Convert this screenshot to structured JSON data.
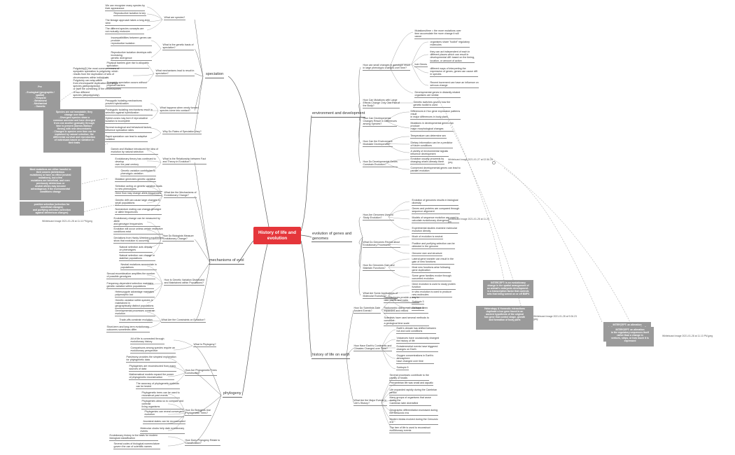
{
  "central": "History of life and\nevolution",
  "main": {
    "speciation": "speciation",
    "mech": "mechanisms of evol",
    "phylogeny": "phylogeny",
    "envdev": "environment and development",
    "genes": "evolution of genes and\ngenomes",
    "earth": "history of life on earth"
  },
  "sub": {
    "what_species": "What are species?",
    "genetic_basis": "What is the genetic basis of\nspeciation?",
    "mechanisms_result": "What mechanisms lead to result in\nspeciation?",
    "hybrid_zones": "What happens when newly formed\nspecies come into contact?",
    "rates": "Why Do Rates of Speciation Vary?",
    "relationship": "What Is the Relationship between Fact\nand Theory in Evolution?",
    "mechanisms_change": "What Are the Mechanisms of\nEvolutionary Change?",
    "measure_change": "How Do Biologists Measure\nEvolutionary Change?",
    "variation_maintained": "How Is Genetic Variation Distributed\nand Maintained within Populations?",
    "constraints": "What Are the Constraints on Evolution?",
    "what_phylogeny": "What Is Phylogeny?",
    "trees_constructed": "How Are Phylogenetic Trees\nConstructed?",
    "biologists_use": "How Do Biologists Use\nPhylogenetic Trees?",
    "classification": "How Does Phylogeny Relate to\nClassification?",
    "large_effects": "How can small changes in genotype result\nin large phenotypic changes over time?",
    "mutations_large": "How Can Mutations with Large\nEffects Change Only One Part of\nthe Body?",
    "dev_genes_diff": "How Can Developmental\nChanges Result in Differences\namong Species?",
    "env_modulate": "How Can the Environment\nModulate Development?",
    "dev_constrain": "How Do Developmental Genes\nConstrain Evolution?",
    "genomes_study": "How Are Genomes Used to\nStudy Evolution?",
    "genome_reveal": "What Do Genomes Reveal about\nEvolutionary Processes?",
    "new_functions": "How Do Genomes Gain and\nMaintain Functions?",
    "applications": "What Are Some Applications of\nMolecular Evolution?",
    "date_events": "How Do Scientists Date\nAncient Events?",
    "continents": "How Have Earth's Continents and\nClimates Changed over Time?",
    "major_events": "What Are the Major Events in\nLife's History?"
  },
  "leaves": {
    "sp1": "We can recognize many species by\ntheir appearance",
    "sp2": "Reproductive isolation is key",
    "sp3": "The lineage approach takes a long-term\nview",
    "sp4": "The different species concepts are\nnot mutually exclusive",
    "gb1": "Incompatibilities between genes can\nproduce\nreproductive isolation",
    "gb2": "Reproductive isolation develops with\nincreasing\ngenetic divergence",
    "mr1": "Physical barriers give rise to allopatric\nspeciation",
    "mr2": "Polyploidy[1] the most common means of\nsympatric speciation is polyploidy, which\nresults from the duplication of sets of\nchromosomes within individuals.\nPolyploidy can arise either\nfrom chromosome duplication in a single\nspecies (autopolyploidy)\nor from the combining of the chromosomes\nof two different\nspecies (allopolyploidy).",
    "mr3": "Sympatric speciation occurs without\nphysical barriers",
    "hz1": "Prezygotic isolating mechanisms\nprevent hybridization",
    "hz2": "Postzygotic isolating mechanisms result in\nselection against hybridization",
    "hz3": "Hybrid zones may form if reproductive\nisolation is incomplete",
    "rt1": "Several ecological and behavioral factors\ninfluence speciation rates",
    "rt2": "Rapid speciation can lead to adaptive\nradiation",
    "rl1": "Darwin and Wallace introduced the idea of\nevolution by natural selection",
    "rl2": "Evolutionary theory has continued to\ndevelop\nover the past century",
    "rl3": "Genetic variation contributes to\nphenotypic variation",
    "mc1": "Mutation generates genetic variation",
    "mc2": "Selection acting on genetic variation leads\nto new phenotypes",
    "mc3": "Gene flow may change allele frequencies",
    "mc4": "Genetic drift can cause large changes in\nsmall populations",
    "mc5": "Nonrandom mating can change genotype\nor allele frequencies",
    "me1": "Evolutionary change can be measured by\nallele\nand genotype frequencies",
    "me2": "Evolution will occur unless certain restrictive\nconditions exist",
    "me3": "Deviations from Hardy-Weinberg equilibrium\nshow that evolution is occurring",
    "me4": "Natural selection acts directly\non phenotypes",
    "me5": "Natural selection can change or\nstabilize populations",
    "vm1": "Neutral mutations accumulate in\npopulations",
    "vm2": "Sexual recombination amplifies the number\nof possible genotypes",
    "vm3": "Frequency-dependent selection maintains\ngenetic variation within populations",
    "vm4": "Heterozygote advantage maintains\npolymorphic loci",
    "vm5": "Genetic variation within species is\nmaintained in\ngeographically distinct populations",
    "cs1": "Developmental processes constrain\nevolution",
    "cs2": "Trade-offs constrain evolution",
    "cs3": "Short-term and long-term evolutionary\noutcomes sometimes differ",
    "ph1": "All of life is connected through\nevolutionary history",
    "ph2": "Comparisons among species require an\nevolutionary perspective",
    "tc1": "Parsimony provides the simplest explanation\nfor phylogenetic data",
    "tc2": "Phylogenies are reconstructed from many\nsources of data",
    "tc3": "Mathematical models expand the power\nof phylogenetic reconstruction",
    "tc4": "The accuracy of phylogenetic methods\ncan be tested",
    "bu1": "Phylogenetic trees can be used to\nreconstruct past events",
    "bu2": "Phylogenies allow us to compare and\ncontrast\nliving organisms",
    "bu3": "Phylogenies can reveal convergent\nevolution",
    "bu4": "Ancestral states can be reconstructed",
    "bu5": "Molecular clocks help date evolutionary\nevents",
    "cl1": "Evolutionary history is the basis for modern\nbiological classification",
    "cl2": "Several codes of biological nomenclature\ngovern the use of scientific names",
    "ld1": "Mutations/time = the more mutations over\ntime accumulate the more change it will\ncause",
    "ld2": "organisms share \"toolkit\" regulatory\nmolecules",
    "ld3": "they can act independent of each in\ndifferent places which can result in\ndevelopmental diff. based on the timing,\nlocation, or amount of action",
    "ld4": "different ways of interpreting the\nexpression of genes, genes can cause diff.\nin species",
    "ld5": "Recent increment can have an influence on\nselvous change",
    "ld_bub": "bub Genes",
    "ld6": "Developmental genes in distantly related\norganisms are similar",
    "ml1": "Genetic switches govern how the\ngenetic toolkit is used",
    "dd1": "Differences in Hox gene expression patterns\nresult\nin major differences in body plans",
    "dd2": "Mutations in developmental genes can\nproduce\nmajor morphological changes",
    "em1": "Temperature can determine sex",
    "em2": "Dietary information can be a predictor\nof future conditions",
    "em3": "A variety of environmental signals\ninfluence development",
    "dc1": "Evolution usually proceeds by\nchanging what's already there",
    "dc2": "Conserved developmental genes can lead to\nparallel evolution",
    "gs1": "Evolution of genomes results in biological\ndiversity",
    "gs2": "Genes and proteins are compared through\nsequence alignment",
    "gs3": "Models of sequence evolution are used to\ncalculate evolutionary divergence",
    "gs4": "Experimental studies examine molecular\nevolution directly",
    "gr1": "Much of evolution is neutral",
    "gr2": "Positive and purifying selection can be\ndetected in the genome",
    "gr3": "Genome size and structure",
    "nf1": "Lateral gene transfer can result in the\ngain of new functions",
    "nf2": "Most new functions arise following\ngene duplication",
    "nf3": "Some gene families evolve through\nconcerted evolution",
    "ap1": "Gene evolution is used to study protein\nfunction",
    "ap2": "In vitro evolution is used to produce\nnew molecules",
    "ap3": "Subtopic 3",
    "ap4": "Subtopic 4",
    "de1": "Radioisotopes provide a way to\ndate fossils and rocks",
    "de2": "Radiometric dating methods have been\nexpanded and refined",
    "de3": "Scientists have used several methods to\nconstruct\na geological time scale",
    "ct1": "Earth's climate has shifted between\nhot and cold conditions",
    "ct2": "Volcanoes have occasionally changed\nthe history of life",
    "ct3": "Extraterrestrial events have triggered\nchanges on Earth",
    "ct4": "Oxygen concentrations in Earth's\natmosphere\nhave changed over time",
    "ct5": "Subtopic 5",
    "me_1": "Several processes contribute to the\nparsity of fossils",
    "me_2": "Precambrian life was small and aquatic",
    "me_3": "Life expanded rapidly during the Cambrian\nperiod",
    "me_4": "Many groups of organisms that arose\nduring the\nCambrian later diversified",
    "me_5": "Geographic differentiation increased during\nthe Mesozoic era",
    "me_6": "Modern biotas evolved during the Cenozoic\nera",
    "me_7": "The tree of life is used to reconstruct\nevolutionary events"
  },
  "notes": {
    "pre_title": "Pre",
    "pre_body": "- Ecological (geographic /\n  spatial)\n- Temporal\n- Behavioral\n- Mechanical\n- Gametic\n\nPost\n- Hybrid\n- Inviability\n- Sterility",
    "species_note": "Species are not immutable; they\nchange over time\n- Divergent species share a\ncommon ancestor and have diverged\nfrom one another gradually through\ntime to present (Darwin-Wallace\ntheory) with new descendants\n- Changes in species over time can be\nexplained by natural selection; the\ndifferential survival and reproduction\nof individuals based on variation in\ntheir traits",
    "mutation_note": "Most mutations are either harmful to\ntheir owners (deleterious\nmutations) or have no effect (neutral\nmutations), but a few\nmutations are beneficial, and even\npreviously deleterious or\nneutral alleles may become\nadvantageous if the environmental\nconditions change",
    "selection_note": "positive selection (selection for\nbeneficial changes)\nand purifying selection (selection\nagainst deleterious changes)",
    "intercept1": "INTERCEPT: is an evolutionary\nchange in the spatial arrangement of\nan animal's embryonic development -\nis a transcription factor that controls\nsets that being turned on or off BMP4",
    "intercept2": "Heterotopy & Homeotic interactions\nduplicate a hox gene found in an\nancient hypothesis of the original\nhox gene that control shape, growth\nand formation of body parts",
    "interceptA": "INTERCEPT: an alteration\nin the regulatory sequences itself\nrather than a change in\nvertices, strips, or how much it is\nexpressed",
    "interceptB": "INTERCEPT: an alteration\nin the regulatory sequences itself\nrather than a change in\nvertices, strips, or how much it is\nexpressed"
  },
  "image_refs": {
    "r1": "Whiteboard image 2021-01-28 at 11.11 PM.jpeg",
    "r2": "Whiteboard image 2021-01-27 at 02.56.25\njpeg",
    "r3": "Whiteboard image 2021-01-25 at 11.24\npm",
    "r4": "Whiteboard image 2021-01-28 at 9.06.23\njpeg",
    "r5": "Whiteboard image 2021-01-28 at 11.13 PM.jpeg"
  },
  "colors": {
    "central_bg": "#e5363b",
    "line": "#5a5a5a",
    "note_bg": "#9b9b9b"
  }
}
